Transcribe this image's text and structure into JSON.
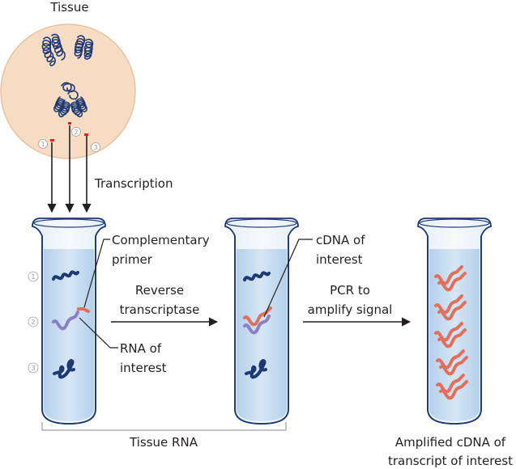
{
  "labels": {
    "tissue": "Tissue",
    "transcription": "Transcription",
    "complementary_primer_line1": "Complementary",
    "complementary_primer_line2": "primer",
    "rna_of_interest_line1": "RNA of",
    "rna_of_interest_line2": "interest",
    "reverse_transcriptase_line1": "Reverse",
    "reverse_transcriptase_line2": "transcriptase",
    "cdna_of_interest_line1": "cDNA of",
    "cdna_of_interest_line2": "interest",
    "pcr_line1": "PCR to",
    "pcr_line2": "amplify signal",
    "tissue_rna": "Tissue RNA",
    "amplified_line1": "Amplified cDNA of",
    "amplified_line2": "transcript of interest"
  },
  "markers": [
    "1",
    "2",
    "3"
  ],
  "colors": {
    "cell_fill": "#f7dcc4",
    "chromosome": "#1f3a73",
    "tube_liquid": "#c7def2",
    "tube_outline": "#1f3a73",
    "rna_purple": "#8a7fc3",
    "cdna_orange": "#e0705a",
    "marker_red": "#e2231a"
  }
}
